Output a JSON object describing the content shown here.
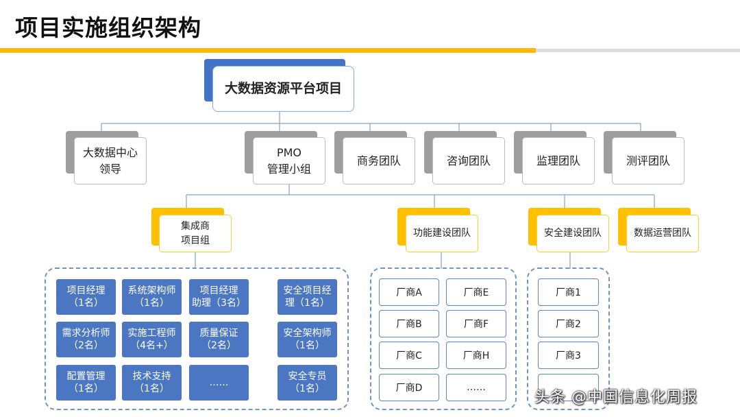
{
  "title": "项目实施组织架构",
  "root": "大数据资源平台项目",
  "level1": [
    "大数据中心\n领导",
    "PMO\n管理小组",
    "商务团队",
    "咨询团队",
    "监理团队",
    "测评团队"
  ],
  "level2": [
    "集成商\n项目组",
    "功能建设团队",
    "安全建设团队",
    "数据运营团队"
  ],
  "integrator_roles": [
    "项目经理\n（1名）",
    "系统架构师\n（1名）",
    "项目经理\n助理（3名）",
    "安全项目经\n理（1名）",
    "需求分析师\n（2名）",
    "实施工程师\n（4名+）",
    "质量保证\n（2名）",
    "安全架构师\n（1名）",
    "配置管理\n（1名）",
    "技术支持\n（1名）",
    "……",
    "安全专员\n（1名）"
  ],
  "function_vendors": [
    "厂商A",
    "厂商E",
    "厂商B",
    "厂商F",
    "厂商C",
    "厂商H",
    "厂商D",
    "……"
  ],
  "security_vendors": [
    "厂商1",
    "厂商2",
    "厂商3",
    ""
  ],
  "watermark": "头条 @中国信息化周报",
  "colors": {
    "accent_yellow": "#f5b90f",
    "role_blue": "#4a76c2",
    "root_blue": "#4472c4",
    "gray": "#9e9e9e",
    "orange": "#ffc000"
  }
}
